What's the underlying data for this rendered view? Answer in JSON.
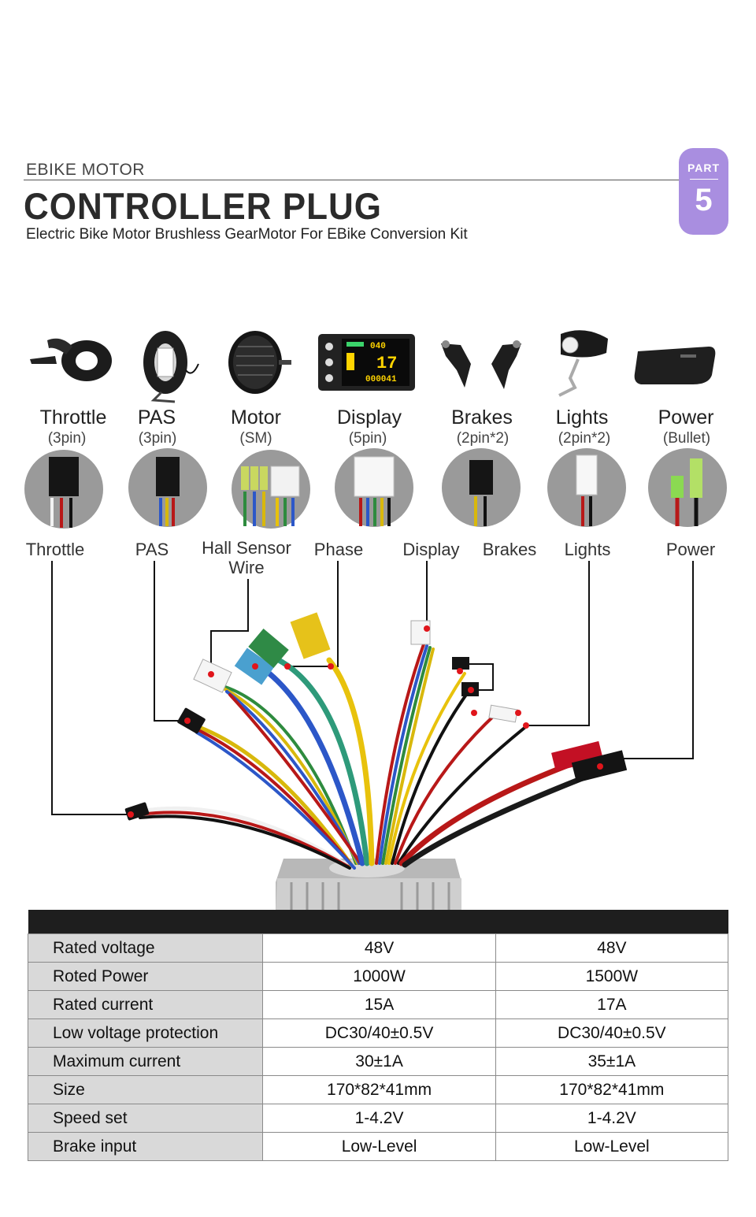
{
  "header": {
    "eyebrow": "EBIKE MOTOR",
    "title": "CONTROLLER PLUG",
    "subtitle": "Electric Bike Motor Brushless GearMotor For EBike Conversion Kit",
    "badge_label": "PART",
    "badge_number": "5"
  },
  "parts": [
    {
      "name": "Throttle",
      "spec": "(3pin)",
      "icon": "thumb-throttle-icon"
    },
    {
      "name": "PAS",
      "spec": "(3pin)",
      "icon": "pas-sensor-icon"
    },
    {
      "name": "Motor",
      "spec": "(SM)",
      "icon": "hub-motor-icon"
    },
    {
      "name": "Display",
      "spec": "(5pin)",
      "icon": "lcd-display-icon"
    },
    {
      "name": "Brakes",
      "spec": "(2pin*2)",
      "icon": "brake-lever-icon"
    },
    {
      "name": "Lights",
      "spec": "(2pin*2)",
      "icon": "headlight-icon"
    },
    {
      "name": "Power",
      "spec": "(Bullet)",
      "icon": "battery-icon"
    }
  ],
  "display_readout": {
    "top": "040",
    "middle": "17",
    "bottom": "000041"
  },
  "connectors": [
    {
      "label": "Throttle"
    },
    {
      "label": "PAS"
    },
    {
      "label": "Hall Sensor Wire"
    },
    {
      "label": "Phase"
    },
    {
      "label": "Display"
    },
    {
      "label": "Brakes"
    },
    {
      "label": "Lights"
    },
    {
      "label": "Power"
    }
  ],
  "colors": {
    "badge": "#a98ee0",
    "table_header": "#1e1e1e",
    "label_cell": "#d9d9d9",
    "marker": "#e0151b"
  },
  "specs": [
    {
      "label": "Rated voltage",
      "v1": "48V",
      "v2": "48V"
    },
    {
      "label": "Roted Power",
      "v1": "1000W",
      "v2": "1500W"
    },
    {
      "label": "Rated current",
      "v1": "15A",
      "v2": "17A"
    },
    {
      "label": "Low voltage protection",
      "v1": "DC30/40±0.5V",
      "v2": "DC30/40±0.5V"
    },
    {
      "label": "Maximum current",
      "v1": "30±1A",
      "v2": "35±1A"
    },
    {
      "label": "Size",
      "v1": "170*82*41mm",
      "v2": "170*82*41mm"
    },
    {
      "label": "Speed set",
      "v1": "1-4.2V",
      "v2": "1-4.2V"
    },
    {
      "label": "Brake input",
      "v1": "Low-Level",
      "v2": "Low-Level"
    }
  ]
}
